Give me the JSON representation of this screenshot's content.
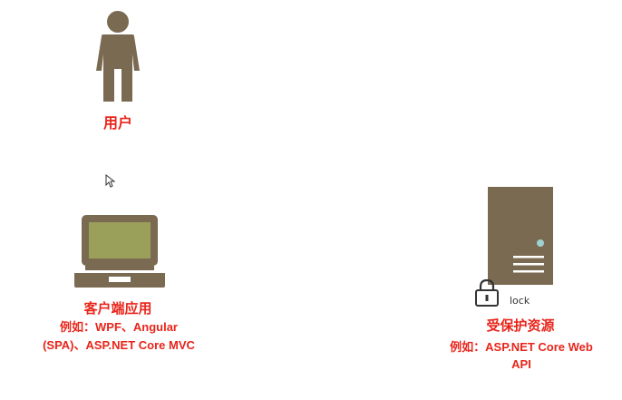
{
  "user": {
    "label": "用户"
  },
  "client_app": {
    "title": "客户端应用",
    "example_line1": "例如：WPF、Angular",
    "example_line2": "(SPA)、ASP.NET Core MVC"
  },
  "protected_resource": {
    "lock_label": "lock",
    "title": "受保护资源",
    "example_line1": "例如：ASP.NET Core Web",
    "example_line2": "API"
  },
  "colors": {
    "icon_brown": "#7a6a52",
    "screen_green": "#9aa05a",
    "label_red": "#e8251b",
    "led_teal": "#9fd3d0"
  },
  "icons": [
    "user-icon",
    "laptop-icon",
    "server-icon",
    "lock-icon",
    "mouse-cursor-icon"
  ]
}
